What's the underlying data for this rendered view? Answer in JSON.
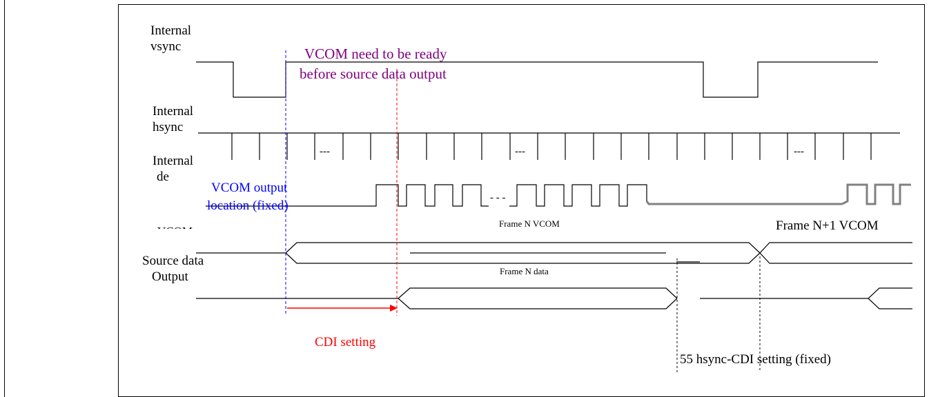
{
  "labels": {
    "internal_vsync": [
      "Internal",
      "vsync"
    ],
    "internal_hsync": [
      "Internal",
      "hsync"
    ],
    "internal_de": [
      "Internal",
      "de"
    ],
    "vcom_cut": "VCOM",
    "source_data_output": [
      "Source data",
      "Output"
    ],
    "vcom_ready_note": [
      "VCOM need to be ready",
      "before source data output"
    ],
    "vcom_output_location": [
      "VCOM output",
      "location (fixed)"
    ],
    "frame_n_vcom": "Frame N VCOM",
    "frame_n1_vcom": "Frame N+1 VCOM",
    "frame_n_data": "Frame N data",
    "cdi_setting": "CDI setting",
    "hsync_cdi_fixed": "55 hsync-CDI setting (fixed)",
    "ellipsis": "---",
    "ellipsis_de": "- - -"
  },
  "colors": {
    "signal": "#000000",
    "purple_note": "#800080",
    "blue_note": "#0000ff",
    "red_note": "#ff0000",
    "frame_n1_line": "#808080"
  }
}
